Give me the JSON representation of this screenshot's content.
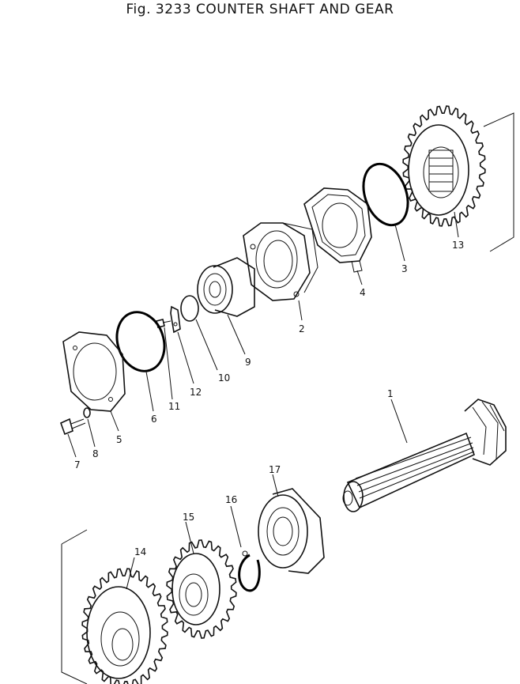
{
  "figure": {
    "title": "Fig. 3233 COUNTER SHAFT AND GEAR"
  },
  "parts": [
    {
      "id": "part-1",
      "label": "1"
    },
    {
      "id": "part-2",
      "label": "2"
    },
    {
      "id": "part-3",
      "label": "3"
    },
    {
      "id": "part-4",
      "label": "4"
    },
    {
      "id": "part-5",
      "label": "5"
    },
    {
      "id": "part-6",
      "label": "6"
    },
    {
      "id": "part-7",
      "label": "7"
    },
    {
      "id": "part-8",
      "label": "8"
    },
    {
      "id": "part-9",
      "label": "9"
    },
    {
      "id": "part-10",
      "label": "10"
    },
    {
      "id": "part-11",
      "label": "11"
    },
    {
      "id": "part-12",
      "label": "12"
    },
    {
      "id": "part-13",
      "label": "13"
    },
    {
      "id": "part-14",
      "label": "14"
    },
    {
      "id": "part-15",
      "label": "15"
    },
    {
      "id": "part-16",
      "label": "16"
    },
    {
      "id": "part-17",
      "label": "17"
    }
  ]
}
